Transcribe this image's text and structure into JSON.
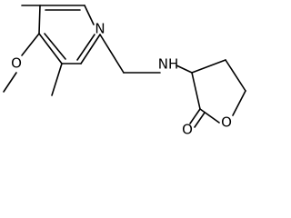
{
  "molecule": {
    "atoms": {
      "methoxy_o": "O",
      "pyridine_n": "N",
      "amine": "NH",
      "lactone_ring_o": "O",
      "carbonyl_o": "O"
    }
  }
}
